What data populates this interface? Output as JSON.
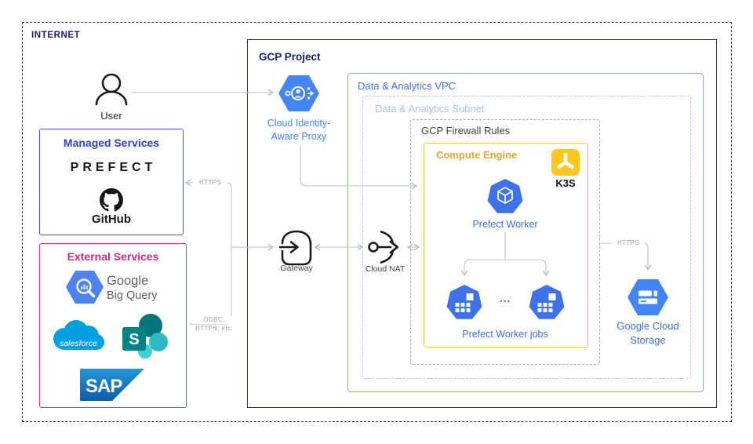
{
  "internet_label": "INTERNET",
  "user": {
    "label": "User"
  },
  "managed_services": {
    "title": "Managed Services",
    "prefect_logo_text": "PREFECT",
    "github_logo_text": "GitHub"
  },
  "external_services": {
    "title": "External Services",
    "bigquery_line1": "Google",
    "bigquery_line2": "Big Query",
    "salesforce_logo_text": "salesforce",
    "sharepoint_letter": "S",
    "sap_logo_text": "SAP"
  },
  "gcp": {
    "title": "GCP Project",
    "iap_label_line1": "Cloud Identity-",
    "iap_label_line2": "Aware Proxy",
    "gateway_label": "Gateway",
    "cloud_nat_label": "Cloud NAT",
    "vpc": {
      "title": "Data & Analytics VPC"
    },
    "subnet": {
      "title": "Data & Analytics Subnet"
    },
    "firewall": {
      "title": "GCP Firewall Rules"
    },
    "compute": {
      "title": "Compute Engine",
      "k3s_label": "K3S",
      "worker_label": "Prefect Worker",
      "jobs_label": "Prefect Worker jobs",
      "ellipsis": "..."
    },
    "gcs_label_line1": "Google Cloud",
    "gcs_label_line2": "Storage"
  },
  "connectors": {
    "https_top": "HTTPS",
    "odbc_line1": "ODBC,",
    "odbc_line2": "HTTPS, etc.",
    "https_right": "HTTPS"
  },
  "colors": {
    "navy_border": "#2b3070",
    "vpc_blue": "#4a70e2",
    "subnet_blue": "#a8bff2",
    "compute_orange": "#e8a42a",
    "managed_blue": "#2e3fca",
    "external_pink": "#cb2b84",
    "gcp_icon_blue": "#4285f4",
    "k8s_node_blue": "#3e71ea",
    "k3s_yellow": "#ffc620",
    "salesforce_blue": "#00a1e0",
    "sharepoint_teal": "#038387",
    "sap_blue": "#0d66b4",
    "connector_gray": "#c5c9d1"
  }
}
